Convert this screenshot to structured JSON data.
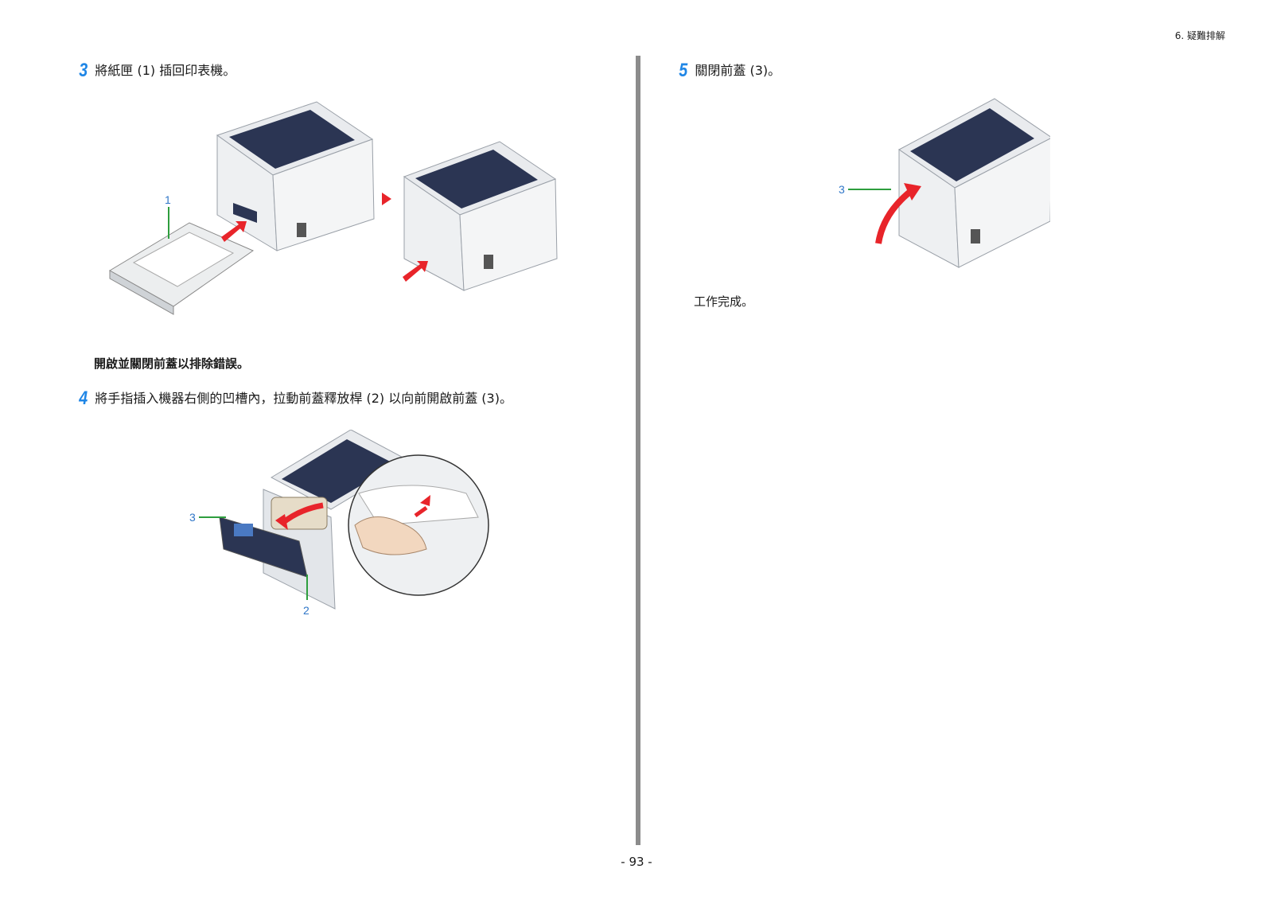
{
  "header": {
    "section": "6. 疑難排解"
  },
  "steps": [
    {
      "number": "3",
      "text": "將紙匣 (1) 插回印表機。"
    },
    {
      "number": "4",
      "text": "將手指插入機器右側的凹槽內，拉動前蓋釋放桿 (2) 以向前開啟前蓋 (3)。"
    },
    {
      "number": "5",
      "text": "關閉前蓋 (3)。"
    }
  ],
  "note": "開啟並關閉前蓋以排除錯誤。",
  "completion": "工作完成。",
  "figure_labels": {
    "tray": "1",
    "lever": "2",
    "cover": "3"
  },
  "footer": {
    "page": "- 93 -"
  },
  "colors": {
    "accent": "#1f86e6",
    "arrow": "#e8242a",
    "callout_line": "#2e9e3e",
    "panel": "#2b3553"
  }
}
